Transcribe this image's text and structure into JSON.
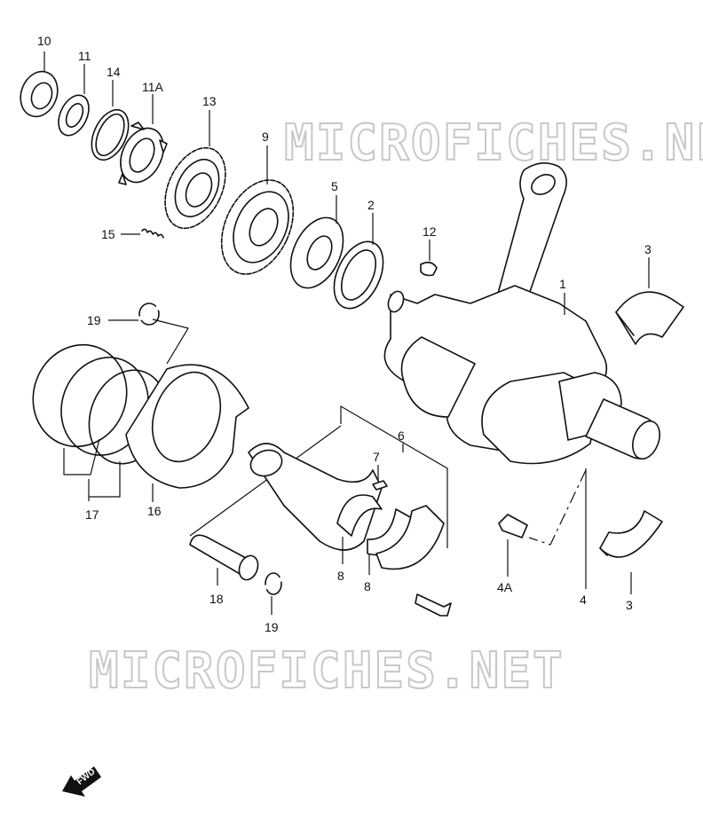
{
  "watermark": "MICROFICHES.NET",
  "fwd_badge": "FWD",
  "callouts": {
    "c1": "1",
    "c2": "2",
    "c3a": "3",
    "c3b": "3",
    "c4": "4",
    "c4a": "4A",
    "c5": "5",
    "c6": "6",
    "c7": "7",
    "c8a": "8",
    "c8b": "8",
    "c9": "9",
    "c10": "10",
    "c11": "11",
    "c11a": "11A",
    "c12": "12",
    "c13": "13",
    "c14": "14",
    "c15": "15",
    "c16": "16",
    "c17": "17",
    "c18": "18",
    "c19a": "19",
    "c19b": "19"
  }
}
